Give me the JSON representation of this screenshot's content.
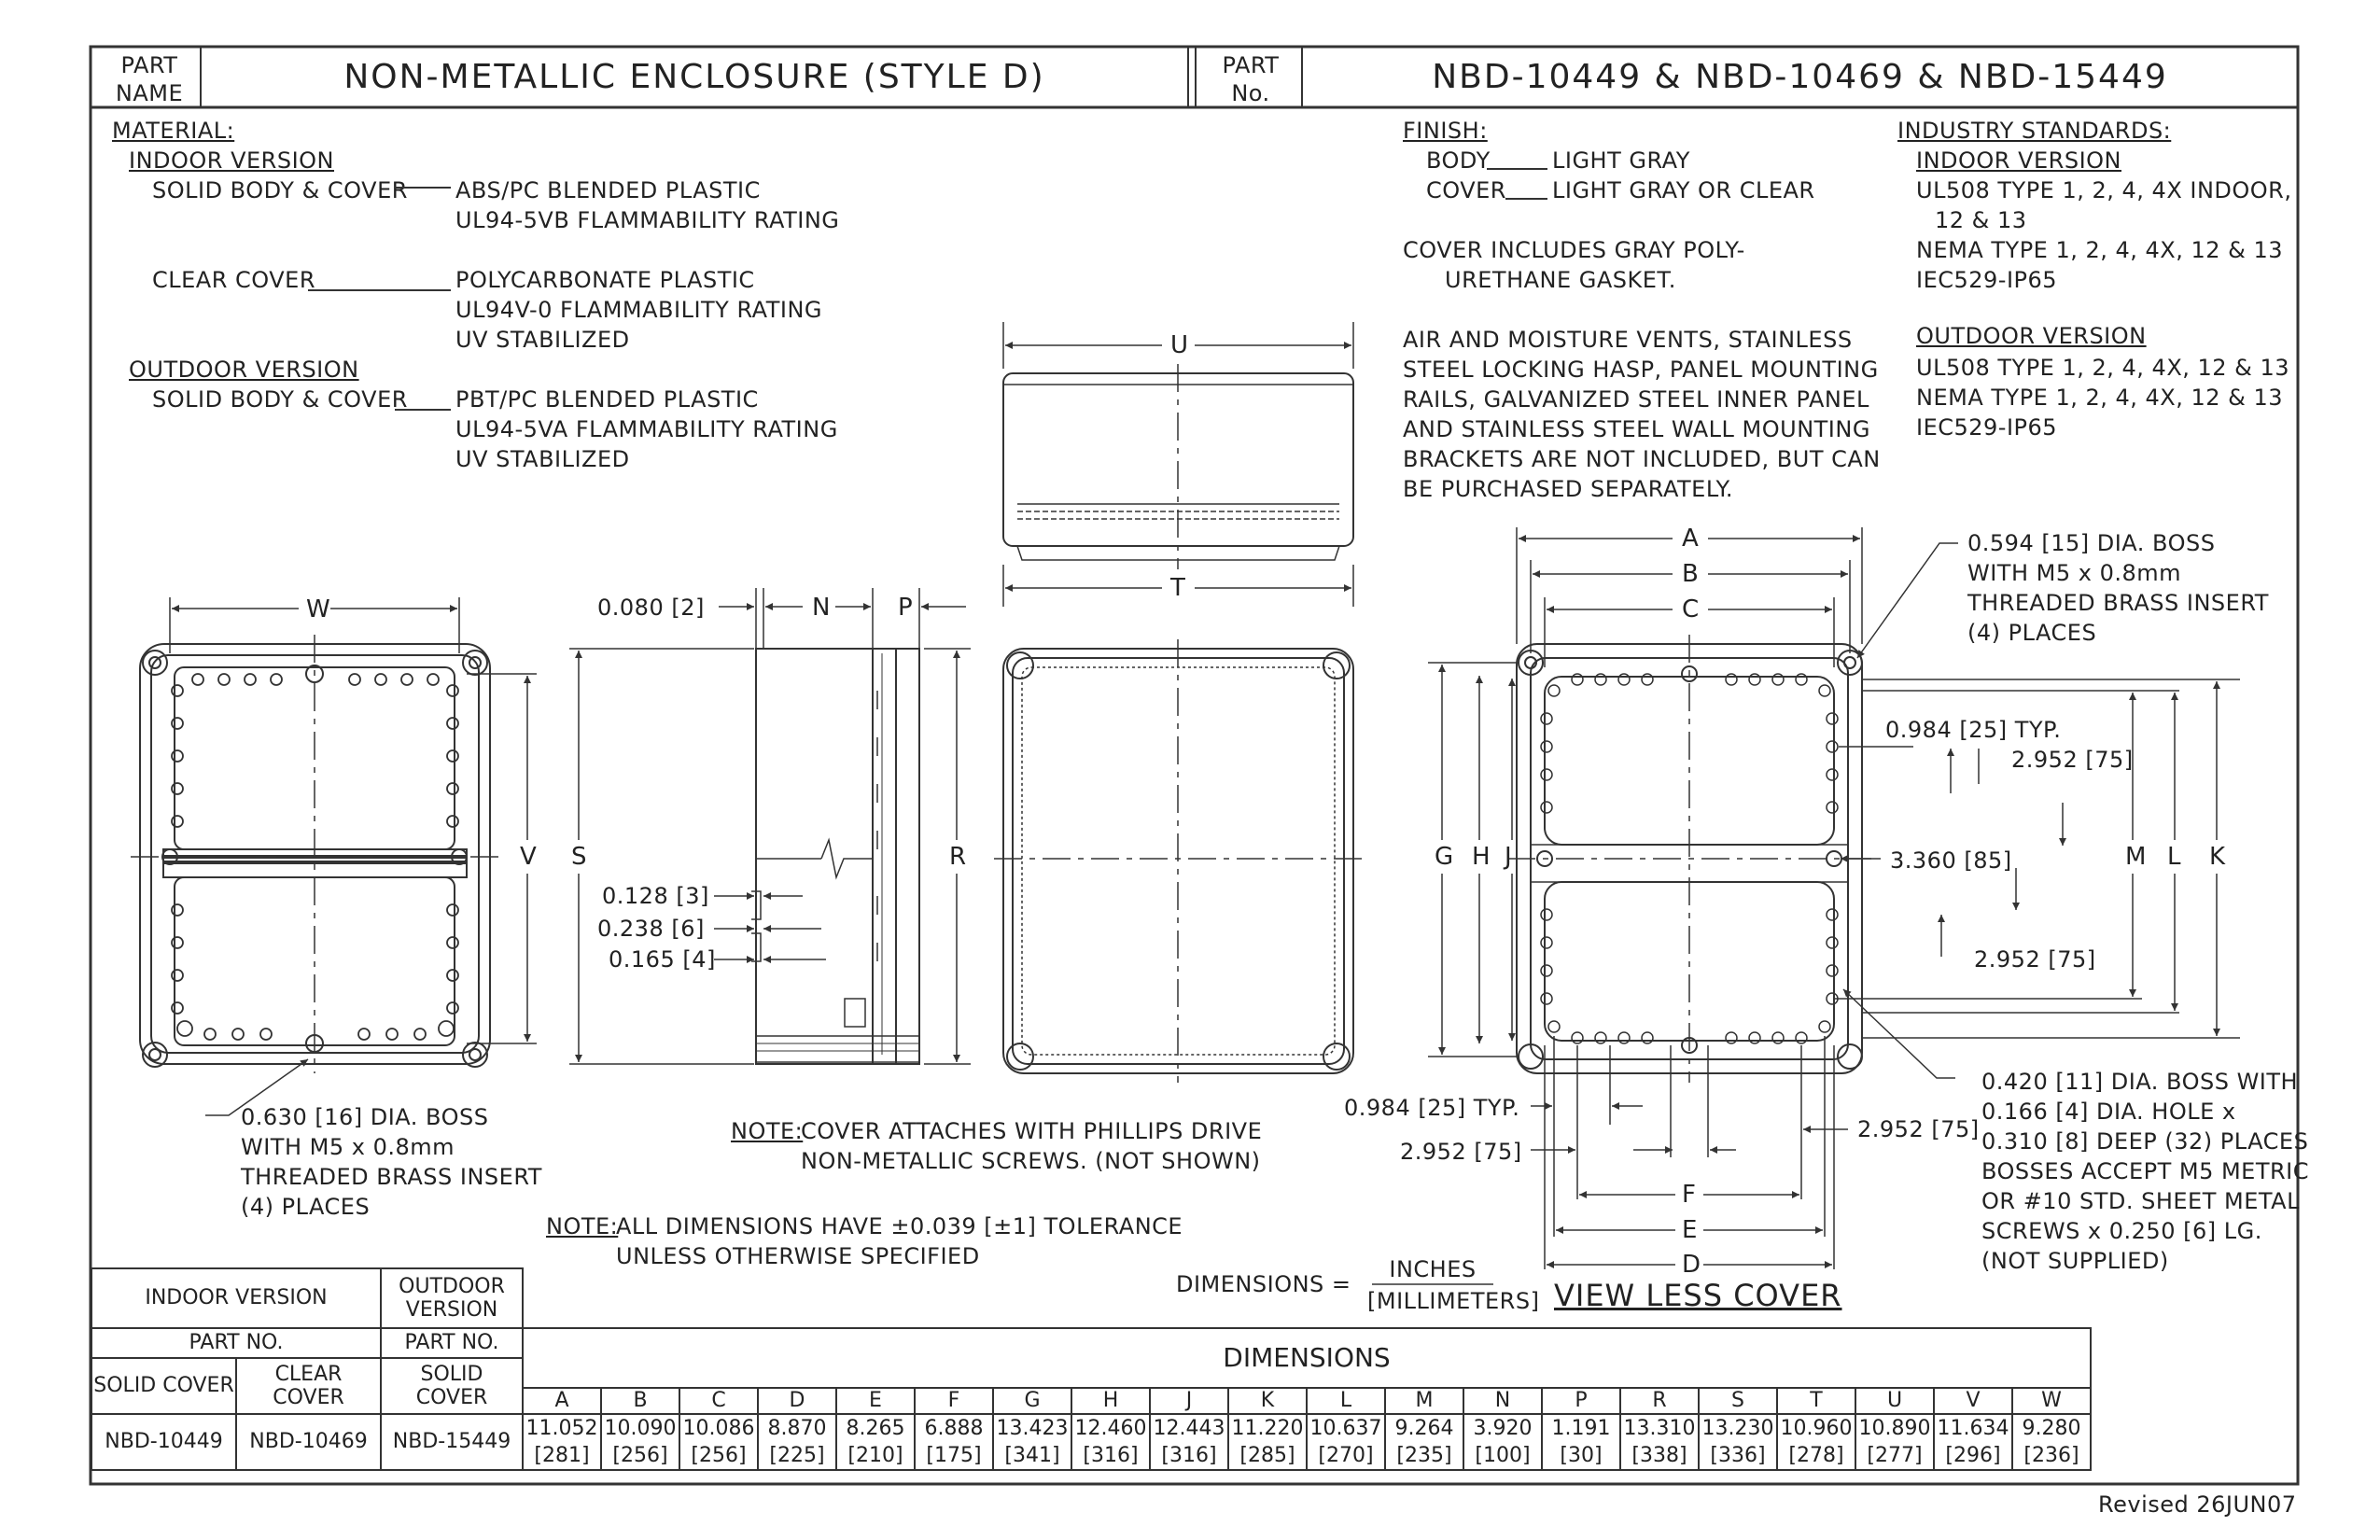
{
  "title_block": {
    "part_name_label": "PART NAME",
    "part_name": "NON-METALLIC ENCLOSURE (STYLE D)",
    "part_no_label": "PART No.",
    "part_no": "NBD-10449 & NBD-10469 & NBD-15449"
  },
  "material": {
    "heading": "MATERIAL:",
    "indoor_heading": "INDOOR VERSION",
    "indoor_solid_label": "SOLID BODY & COVER",
    "indoor_solid_lines": [
      "ABS/PC BLENDED PLASTIC",
      "UL94-5VB FLAMMABILITY RATING"
    ],
    "clear_label": "CLEAR COVER",
    "clear_lines": [
      "POLYCARBONATE PLASTIC",
      "UL94V-0 FLAMMABILITY RATING",
      "UV STABILIZED"
    ],
    "outdoor_heading": "OUTDOOR VERSION",
    "outdoor_solid_label": "SOLID BODY & COVER",
    "outdoor_solid_lines": [
      "PBT/PC BLENDED PLASTIC",
      "UL94-5VA FLAMMABILITY RATING",
      "UV STABILIZED"
    ]
  },
  "finish": {
    "heading": "FINISH:",
    "body_label": "BODY",
    "body_value": "LIGHT GRAY",
    "cover_label": "COVER",
    "cover_value": "LIGHT GRAY OR CLEAR",
    "gasket_lines": [
      "COVER INCLUDES GRAY POLY-",
      "URETHANE GASKET."
    ],
    "accessory_lines": [
      "AIR AND MOISTURE VENTS, STAINLESS",
      "STEEL LOCKING HASP, PANEL MOUNTING",
      "RAILS, GALVANIZED STEEL INNER PANEL",
      "AND STAINLESS STEEL WALL MOUNTING",
      "BRACKETS ARE NOT INCLUDED, BUT CAN",
      "BE PURCHASED SEPARATELY."
    ]
  },
  "standards": {
    "heading": "INDUSTRY STANDARDS:",
    "indoor_heading": "INDOOR VERSION",
    "indoor_lines": [
      "UL508 TYPE 1, 2, 4, 4X INDOOR,",
      "12 & 13",
      "NEMA TYPE 1, 2, 4, 4X, 12 & 13",
      "IEC529-IP65"
    ],
    "outdoor_heading": "OUTDOOR VERSION",
    "outdoor_lines": [
      "UL508 TYPE 1, 2, 4, 4X, 12 & 13",
      "NEMA TYPE 1, 2, 4, 4X, 12 & 13",
      "IEC529-IP65"
    ]
  },
  "callouts": {
    "boss_630": [
      "0.630 [16] DIA. BOSS",
      "WITH M5 x 0.8mm",
      "THREADED BRASS INSERT",
      "(4) PLACES"
    ],
    "boss_594": [
      "0.594 [15] DIA. BOSS",
      "WITH M5 x 0.8mm",
      "THREADED BRASS INSERT",
      "(4) PLACES"
    ],
    "boss_420": [
      "0.420 [11] DIA. BOSS WITH",
      "0.166 [4] DIA. HOLE x",
      "0.310 [8] DEEP (32) PLACES",
      "BOSSES ACCEPT M5 METRIC",
      "OR #10 STD. SHEET METAL",
      "SCREWS x 0.250 [6] LG.",
      "(NOT SUPPLIED)"
    ],
    "d_080": "0.080 [2]",
    "d_128": "0.128 [3]",
    "d_238": "0.238 [6]",
    "d_165": "0.165 [4]",
    "d_984_typ_upper": "0.984 [25] TYP.",
    "d_2952_upper": "2.952 [75]",
    "d_3360": "3.360 [85]",
    "d_2952_lower": "2.952 [75]",
    "d_984_typ_bottom": "0.984 [25] TYP.",
    "d_2952_bottom_left": "2.952 [75]",
    "d_2952_bottom_right": "2.952 [75]"
  },
  "letters": {
    "W": "W",
    "V": "V",
    "S": "S",
    "N": "N",
    "P": "P",
    "R": "R",
    "U": "U",
    "T": "T",
    "A": "A",
    "B": "B",
    "C": "C",
    "D": "D",
    "E": "E",
    "F": "F",
    "G": "G",
    "H": "H",
    "J": "J",
    "K": "K",
    "L": "L",
    "M": "M"
  },
  "notes": {
    "note_label": "NOTE:",
    "cover_note": [
      "COVER ATTACHES WITH PHILLIPS DRIVE",
      "NON-METALLIC SCREWS.  (NOT SHOWN)"
    ],
    "tolerance_note": [
      "ALL DIMENSIONS HAVE ±0.039 [±1] TOLERANCE",
      "UNLESS OTHERWISE SPECIFIED"
    ]
  },
  "units": {
    "label": "DIMENSIONS =",
    "numerator": "INCHES",
    "denominator": "[MILLIMETERS]"
  },
  "view_label": "VIEW LESS COVER",
  "table": {
    "indoor_header": "INDOOR VERSION",
    "outdoor_header": "OUTDOOR VERSION",
    "part_no_header": "PART NO.",
    "solid_cover_header": "SOLID COVER",
    "clear_cover_header": "CLEAR COVER",
    "dimensions_header": "DIMENSIONS",
    "part_solid_indoor": "NBD-10449",
    "part_clear_indoor": "NBD-10469",
    "part_solid_outdoor": "NBD-15449",
    "columns": [
      "A",
      "B",
      "C",
      "D",
      "E",
      "F",
      "G",
      "H",
      "J",
      "K",
      "L",
      "M",
      "N",
      "P",
      "R",
      "S",
      "T",
      "U",
      "V",
      "W"
    ],
    "inches": [
      "11.052",
      "10.090",
      "10.086",
      "8.870",
      "8.265",
      "6.888",
      "13.423",
      "12.460",
      "12.443",
      "11.220",
      "10.637",
      "9.264",
      "3.920",
      "1.191",
      "13.310",
      "13.230",
      "10.960",
      "10.890",
      "11.634",
      "9.280"
    ],
    "millimeters": [
      "[281]",
      "[256]",
      "[256]",
      "[225]",
      "[210]",
      "[175]",
      "[341]",
      "[316]",
      "[316]",
      "[285]",
      "[270]",
      "[235]",
      "[100]",
      "[30]",
      "[338]",
      "[336]",
      "[278]",
      "[277]",
      "[296]",
      "[236]"
    ]
  },
  "revision": "Revised 26JUN07"
}
